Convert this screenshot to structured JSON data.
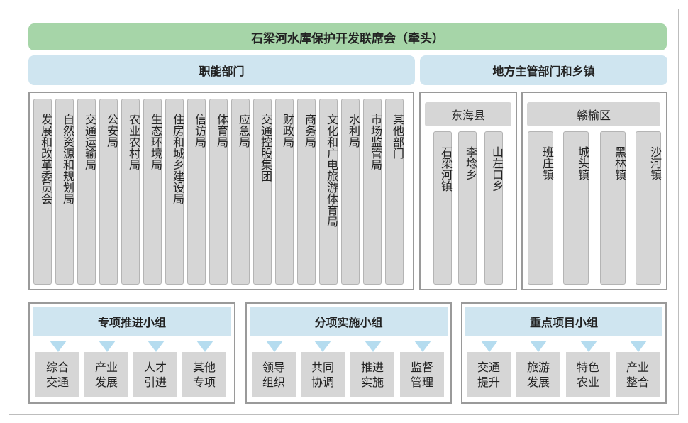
{
  "title": "石梁河水库保护开发联席会（牵头）",
  "functional": {
    "header": "职能部门",
    "departments": [
      "发展和改革委员会",
      "自然资源和规划局",
      "交通运输局",
      "公安局",
      "农业农村局",
      "生态环境局",
      "住房和城乡建设局",
      "信访局",
      "体育局",
      "应急局",
      "交通控股集团",
      "财政局",
      "商务局",
      "文化和广电旅游体育局",
      "水利局",
      "市场监管局",
      "其他部门"
    ]
  },
  "local": {
    "header": "地方主管部门和乡镇",
    "counties": [
      {
        "name": "东海县",
        "towns": [
          "石梁河镇",
          "李埝乡",
          "山左口乡"
        ]
      },
      {
        "name": "赣榆区",
        "towns": [
          "班庄镇",
          "城头镇",
          "黑林镇",
          "沙河镇"
        ]
      }
    ]
  },
  "groups": [
    {
      "name": "专项推进小组",
      "items": [
        "综合交通",
        "产业发展",
        "人才引进",
        "其他专项"
      ]
    },
    {
      "name": "分项实施小组",
      "items": [
        "领导组织",
        "共同协调",
        "推进实施",
        "监督管理"
      ]
    },
    {
      "name": "重点项目小组",
      "items": [
        "交通提升",
        "旅游发展",
        "特色农业",
        "产业整合"
      ]
    }
  ]
}
